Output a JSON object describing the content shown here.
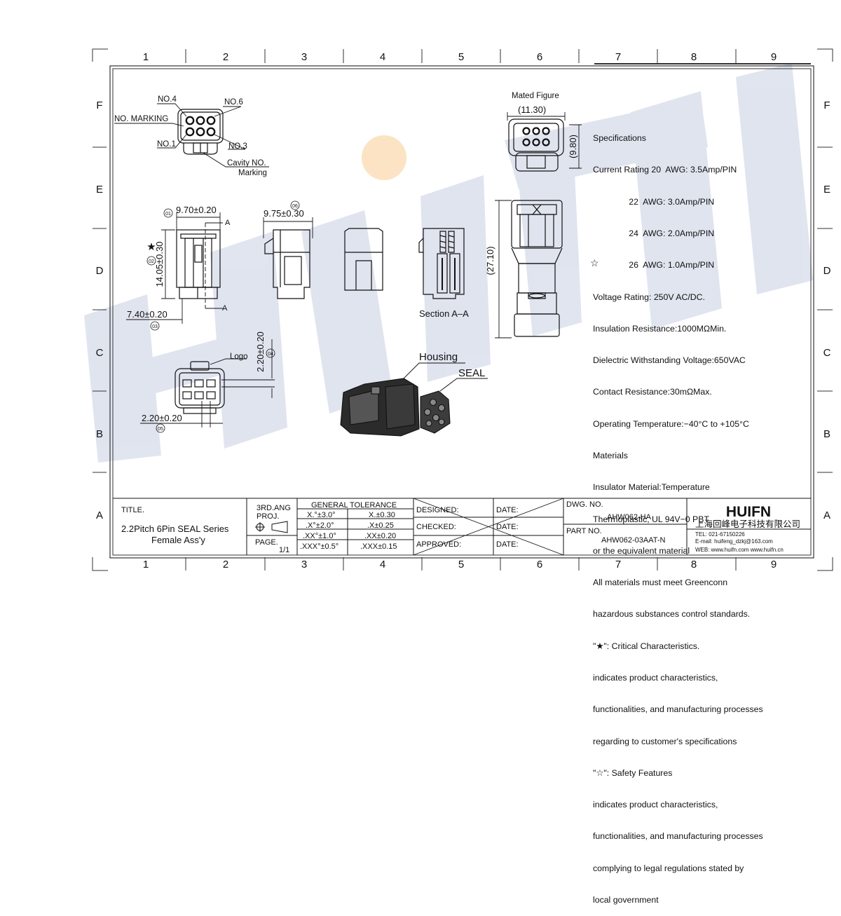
{
  "grid": {
    "columns": [
      "1",
      "2",
      "3",
      "4",
      "5",
      "6",
      "7",
      "8",
      "9"
    ],
    "rows": [
      "F",
      "E",
      "D",
      "C",
      "B",
      "A"
    ]
  },
  "watermark": {
    "text": "HUIFN",
    "color": "#d6dcea",
    "dot_color": "#fbe3c4"
  },
  "views": {
    "front": {
      "no4": "NO.4",
      "no6": "NO.6",
      "no1": "NO.1",
      "no3": "NO.3",
      "marking": "NO. MARKING",
      "cavity1": "Cavity NO.",
      "cavity2": "Marking"
    },
    "mated": {
      "title": "Mated Figure",
      "width": "(11.30)",
      "height": "(9.80)",
      "length": "(27.10)"
    },
    "side": {
      "d01_tag": "01",
      "d01": "9.70±0.20",
      "d02_tag": "02",
      "d02": "14.05±0.30",
      "d03": "7.40±0.20",
      "d03_tag": "03",
      "d06_tag": "06",
      "d06": "9.75±0.30",
      "section_mark_a": "A",
      "section_mark_b": "A"
    },
    "section": {
      "label": "Section A–A"
    },
    "rear": {
      "logo": "Logo",
      "d04": "2.20±0.20",
      "d04_tag": "04",
      "d05": "2.20±0.20",
      "d05_tag": "05"
    },
    "exploded": {
      "housing": "Housing",
      "seal": "SEAL"
    }
  },
  "specs": {
    "lines": [
      "Specifications",
      "Current Rating 20  AWG: 3.5Amp/PIN",
      "               22  AWG: 3.0Amp/PIN",
      "               24  AWG: 2.0Amp/PIN",
      "               26  AWG: 1.0Amp/PIN",
      "Voltage Rating: 250V AC/DC.",
      "Insulation Resistance:1000MΩMin.",
      "Dielectric Withstanding Voltage:650VAC",
      "Contact Resistance:30mΩMax.",
      "Operating Temperature:−40°C to +105°C",
      "Materials",
      "Insulator Material:Temperature",
      "Thermoplastic, UL 94V−0 PBT",
      "or the equivalent material",
      "All materials must meet Greenconn",
      "hazardous substances control standards.",
      "\"★\": Critical Characteristics.",
      "indicates product characteristics,",
      "functionalities, and manufacturing processes",
      "regarding to customer's specifications",
      "\"☆\": Safety Features",
      "indicates product characteristics,",
      "functionalities, and manufacturing processes",
      "complying to legal regulations stated by",
      "local government"
    ]
  },
  "title_block": {
    "title_label": "TITLE.",
    "title_line1": "2.2Pitch 6Pin SEAL Series",
    "title_line2": "Female Ass'y",
    "proj1": "3RD.ANG",
    "proj2": "PROJ.",
    "page_label": "PAGE.",
    "page_value": "1/1",
    "tolerance_header": "GENERAL TOLERANCE",
    "tolerances": [
      [
        "X.°±3.0°",
        "X.±0.30"
      ],
      [
        ".X°±2.0°",
        ".X±0.25"
      ],
      [
        ".XX°±1.0°",
        ".XX±0.20"
      ],
      [
        ".XXX°±0.5°",
        ".XXX±0.15"
      ]
    ],
    "designed": "DESIGNED:",
    "checked": "CHECKED:",
    "approved": "APPROVED:",
    "date": "DATE:",
    "dwg_label": "DWG. NO.",
    "dwg_no": "AHW062-HA",
    "part_label": "PART NO.",
    "part_no": "AHW062-03AAT-N",
    "logo": "HUIFN",
    "company": "上海回峰电子科技有限公司",
    "tel": "TEL: 021-67150226",
    "email": "E-mail: huifeng_dzkj@163.com",
    "web": "WEB: www.huifn.com    www.huifn.cn"
  }
}
